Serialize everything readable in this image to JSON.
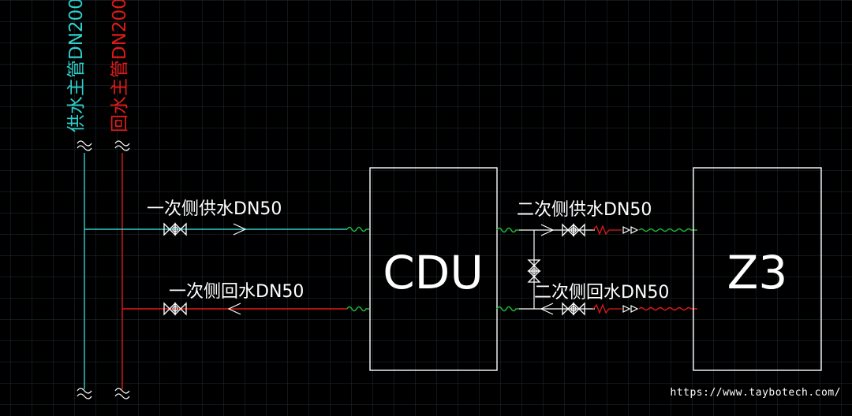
{
  "drawing": {
    "background_color": "#000000",
    "grid_color": "#1e2f3a",
    "colors": {
      "supply": "#2fd0cc",
      "return": "#e01a1a",
      "secondary_supply": "#1fb53a",
      "secondary_return": "#e01a1a",
      "equipment": "#ffffff",
      "fitting": "#ffffff"
    },
    "headers": {
      "supply_label": "供水主管DN200",
      "return_label": "回水主管DN200"
    },
    "cdu_label": "CDU",
    "load_label": "Z3",
    "pipes": {
      "primary_supply_label": "一次侧供水DN50",
      "primary_return_label": "一次侧回水DN50",
      "secondary_supply_label": "二次侧供水DN50",
      "secondary_return_label": "二次侧回水DN50"
    },
    "symbols": [
      "butterfly-valve",
      "flexible-joint",
      "flow-arrow",
      "y-strainer",
      "check-valve",
      "bypass-valve",
      "break-mark"
    ],
    "watermark": "https://www.taybotech.com/"
  }
}
